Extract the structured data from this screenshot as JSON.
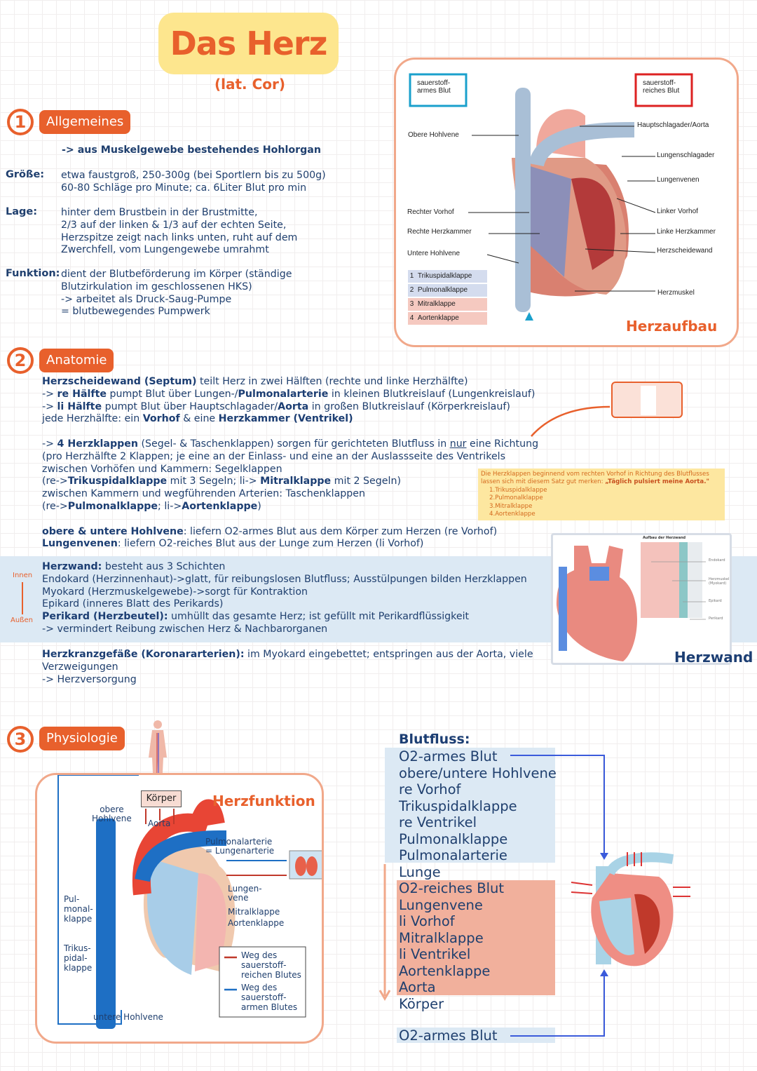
{
  "title": "Das Herz",
  "subtitle": "(lat. Cor)",
  "s1": {
    "num": "1",
    "heading": "Allgemeines",
    "intro": "-> aus Muskelgewebe bestehendes Hohlorgan",
    "groesse_label": "Größe:",
    "groesse": [
      "etwa faustgroß, 250-300g (bei Sportlern bis zu 500g)",
      "60-80 Schläge pro Minute; ca. 6Liter Blut pro min"
    ],
    "lage_label": "Lage:",
    "lage": [
      "hinter dem Brustbein in der Brustmitte,",
      "2/3 auf der linken & 1/3 auf der echten Seite,",
      "Herzspitze zeigt nach links unten, ruht auf dem",
      "Zwerchfell, vom Lungengewebe umrahmt"
    ],
    "funktion_label": "Funktion:",
    "funktion": [
      "dient der Blutbeförderung im Körper (ständige",
      "Blutzirkulation im geschlossenen HKS)",
      "-> arbeitet als Druck-Saug-Pumpe",
      "= blutbewegendes Pumpwerk"
    ]
  },
  "herzaufbau": {
    "title": "Herzaufbau",
    "box_arm": "sauerstoff-\narmes Blut",
    "box_reich": "sauerstoff-\nreiches Blut",
    "left_labels": [
      "Obere Hohlvene",
      "Rechter Vorhof",
      "Rechte Herzkammer",
      "Untere Hohlvene"
    ],
    "right_labels": [
      "Hauptschlagader/Aorta",
      "Lungenschlagader",
      "Lungenvenen",
      "Linker Vorhof",
      "Linke Herzkammer",
      "Herzscheidewand",
      "Herzmuskel"
    ],
    "legend": [
      {
        "n": "1",
        "t": "Trikuspidalklappe"
      },
      {
        "n": "2",
        "t": "Pulmonalklappe"
      },
      {
        "n": "3",
        "t": "Mitralklappe"
      },
      {
        "n": "4",
        "t": "Aortenklappe"
      }
    ]
  },
  "s2": {
    "num": "2",
    "heading": "Anatomie",
    "lines": [
      [
        {
          "t": "Herzscheidewand (Septum)",
          "b": 1
        },
        {
          "t": " teilt Herz in zwei Hälften (rechte und linke Herzhälfte)"
        }
      ],
      [
        {
          "t": "-> "
        },
        {
          "t": "re Hälfte",
          "b": 1
        },
        {
          "t": " pumpt Blut über Lungen-/"
        },
        {
          "t": "Pulmonalarterie",
          "b": 1
        },
        {
          "t": " in kleinen Blutkreislauf (Lungenkreislauf)"
        }
      ],
      [
        {
          "t": "-> "
        },
        {
          "t": "li Hälfte",
          "b": 1
        },
        {
          "t": " pumpt Blut über Hauptschlagader/"
        },
        {
          "t": "Aorta",
          "b": 1
        },
        {
          "t": " in großen Blutkreislauf (Körperkreislauf)"
        }
      ],
      [
        {
          "t": "jede Herzhälfte: ein "
        },
        {
          "t": "Vorhof",
          "b": 1
        },
        {
          "t": " & eine "
        },
        {
          "t": "Herzkammer (Ventrikel)",
          "b": 1
        }
      ],
      [],
      [
        {
          "t": "-> "
        },
        {
          "t": "4 Herzklappen",
          "b": 1
        },
        {
          "t": " (Segel- & Taschenklappen) sorgen für gerichteten Blutfluss in "
        },
        {
          "t": "nur",
          "u": 1
        },
        {
          "t": " eine Richtung"
        }
      ],
      [
        {
          "t": "(pro Herzhälfte 2 Klappen; je eine an der Einlass- und eine an der Auslassseite des Ventrikels"
        }
      ],
      [
        {
          "t": "zwischen Vorhöfen und Kammern: Segelklappen"
        }
      ],
      [
        {
          "t": "(re->"
        },
        {
          "t": "Trikuspidalklappe",
          "b": 1
        },
        {
          "t": " mit 3 Segeln; li-> "
        },
        {
          "t": "Mitralklappe",
          "b": 1
        },
        {
          "t": " mit 2 Segeln)"
        }
      ],
      [
        {
          "t": "zwischen Kammern und wegführenden Arterien: Taschenklappen"
        }
      ],
      [
        {
          "t": "(re->"
        },
        {
          "t": "Pulmonalklappe",
          "b": 1
        },
        {
          "t": "; li->"
        },
        {
          "t": "Aortenklappe",
          "b": 1
        },
        {
          "t": ")"
        }
      ],
      [],
      [
        {
          "t": "obere & untere Hohlvene",
          "b": 1
        },
        {
          "t": ": liefern O2-armes Blut aus dem Körper zum Herzen (re Vorhof)"
        }
      ],
      [
        {
          "t": "Lungenvenen",
          "b": 1
        },
        {
          "t": ": liefern O2-reiches Blut aus der Lunge zum Herzen (li Vorhof)"
        }
      ]
    ],
    "wall_lines": [
      [
        {
          "t": "Herzwand:",
          "b": 1
        },
        {
          "t": " besteht aus 3 Schichten"
        }
      ],
      [
        {
          "t": "Endokard (Herzinnenhaut)->glatt, für reibungslosen Blutfluss; Ausstülpungen bilden Herzklappen"
        }
      ],
      [
        {
          "t": "Myokard (Herzmuskelgewebe)->sorgt für Kontraktion"
        }
      ],
      [
        {
          "t": "Epikard (inneres Blatt des Perikards)"
        }
      ],
      [
        {
          "t": "Perikard (Herzbeutel):",
          "b": 1
        },
        {
          "t": " umhüllt das gesamte Herz; ist gefüllt mit Perikardflüssigkeit"
        }
      ],
      [
        {
          "t": "-> vermindert Reibung zwischen Herz & Nachbarorganen"
        }
      ]
    ],
    "innen": "Innen",
    "aussen": "Außen",
    "coronary_lines": [
      [
        {
          "t": "Herzkranzgefäße (Koronararterien):",
          "b": 1
        },
        {
          "t": " im Myokard eingebettet; entspringen aus der Aorta, viele"
        }
      ],
      [
        {
          "t": "Verzweigungen"
        }
      ],
      [
        {
          "t": "-> Herzversorgung"
        }
      ]
    ],
    "note": {
      "text": "Die Herzklappen beginnend vom rechten Vorhof in Richtung des Blutflusses lassen sich mit diesem Satz gut merken: ",
      "mnemonic": "„Täglich pulsiert meine Aorta.\"",
      "items": [
        "1.Trikuspidalklappe",
        "2.Pulmonalklappe",
        "3.Mitralklappe",
        "4.Aortenklappe"
      ]
    },
    "herzwand": {
      "title": "Herzwand",
      "inset_title": "Aufbau der Herzwand",
      "labels": [
        "Endokard",
        "Herzmuskel (Myokard)",
        "Epikard",
        "Perikard"
      ]
    }
  },
  "s3": {
    "num": "3",
    "heading": "Physiologie",
    "herzfunktion": {
      "title": "Herzfunktion",
      "koerper": "Körper",
      "obere": "obere\nHohlvene",
      "aorta": "Aorta",
      "pulmonalarterie": "Pulmonalarterie\n= Lungenarterie",
      "lungenvene": "Lungen-\nvene",
      "mitral": "Mitralklappe",
      "aorten": "Aortenklappe",
      "pulmonal": "Pul-\nmonal-\nklappe",
      "trikuspidal": "Trikus-\npidal-\nklappe",
      "untere": "untere Hohlvene",
      "legend_red": "Weg des\nsauerstoff-\nreichen Blutes",
      "legend_blue": "Weg des\nsauerstoff-\narmen Blutes"
    },
    "blutfluss": {
      "title": "Blutfluss:",
      "blue": [
        "O2-armes Blut",
        "obere/untere Hohlvene",
        "re Vorhof",
        "Trikuspidalklappe",
        "re Ventrikel",
        "Pulmonalklappe",
        "Pulmonalarterie"
      ],
      "lunge": "Lunge",
      "red": [
        "O2-reiches Blut",
        "Lungenvene",
        "li Vorhof",
        "Mitralklappe",
        "li Ventrikel",
        "Aortenklappe",
        "Aorta"
      ],
      "koerper": "Körper",
      "end": "O2-armes Blut"
    }
  },
  "colors": {
    "accent": "#e8602c",
    "text": "#1f3f6e",
    "title_bg": "#fde68e",
    "band": "#dce9f4",
    "salmon": "#f1b09c"
  }
}
